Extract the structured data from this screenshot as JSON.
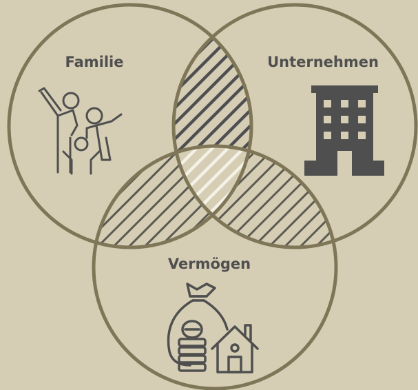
{
  "diagram": {
    "type": "venn",
    "circles": [
      {
        "label": "Familie",
        "icon": "family-icon"
      },
      {
        "label": "Unternehmen",
        "icon": "office-building-icon"
      },
      {
        "label": "Vermögen",
        "icon": "money-bag-coins-house-icon"
      }
    ],
    "colors": {
      "background": "#d5ceb4",
      "circle_stroke": "#7f7658",
      "hatch_dark": "#4f4f52",
      "hatch_light": "#f4f1e6",
      "icon": "#4f4f4f"
    }
  }
}
